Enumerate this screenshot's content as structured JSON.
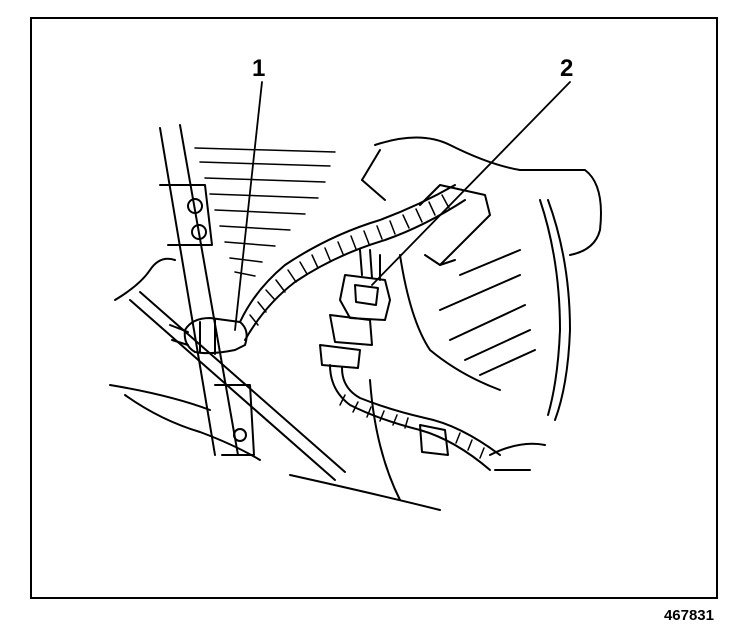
{
  "figure": {
    "number": "467831",
    "callouts": [
      {
        "label": "1"
      },
      {
        "label": "2"
      }
    ]
  }
}
